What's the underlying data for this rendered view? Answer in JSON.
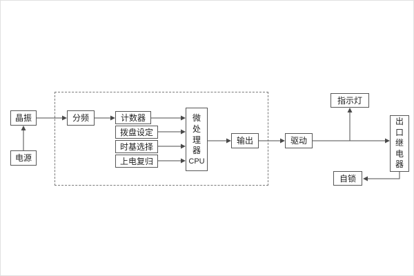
{
  "diagram": {
    "title": "relay-internal-block-diagram",
    "background_color": "#ffffff",
    "line_color": "#4a4a4a",
    "nodes": {
      "crystal": {
        "label": "晶振"
      },
      "power": {
        "label": "电源"
      },
      "divider": {
        "label": "分频"
      },
      "counter": {
        "label": "计数器"
      },
      "dial": {
        "label": "拨盘设定"
      },
      "timebase": {
        "label": "时基选择"
      },
      "reset": {
        "label": "上电复归"
      },
      "cpu": {
        "label_cn": "微处理器",
        "label_en": "CPU"
      },
      "output": {
        "label": "输出"
      },
      "drive": {
        "label": "驱动"
      },
      "indicator": {
        "label": "指示灯"
      },
      "relay": {
        "label": "出口继电器"
      },
      "selflock": {
        "label": "自锁"
      }
    }
  }
}
